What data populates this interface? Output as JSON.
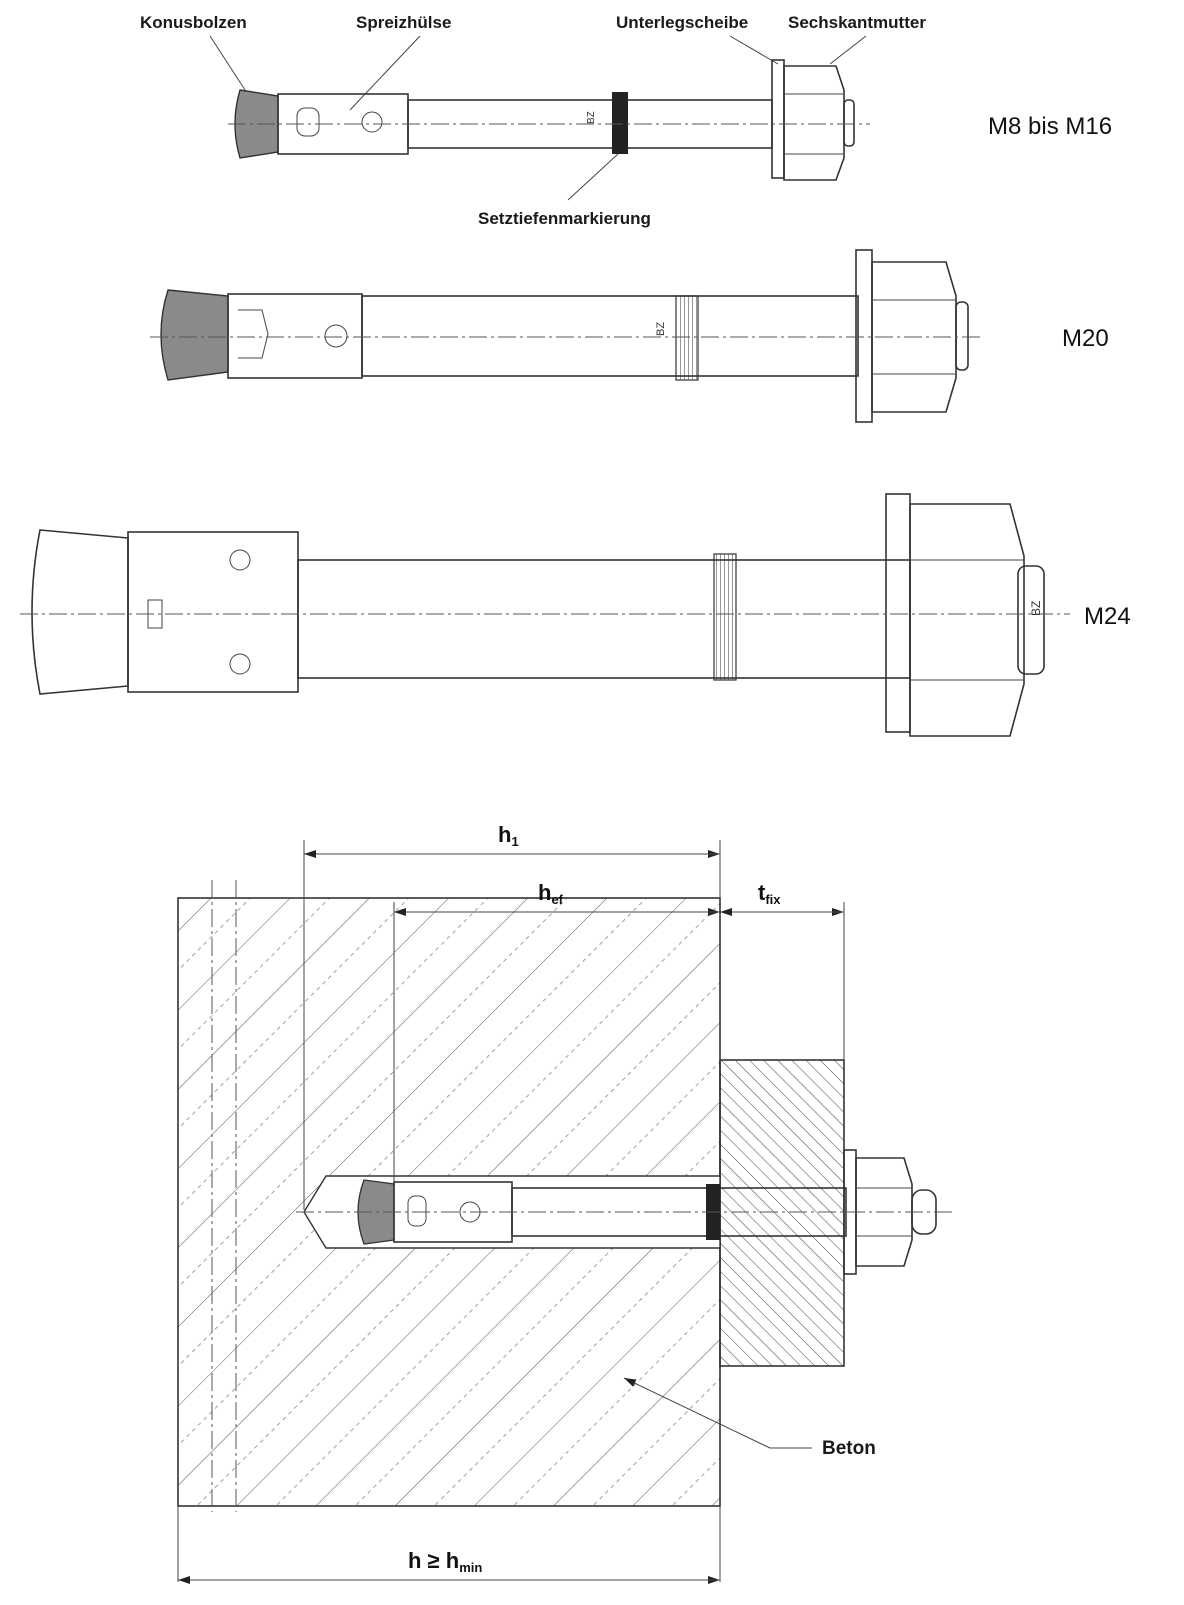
{
  "top_labels": {
    "cone": "Konusbolzen",
    "sleeve": "Spreizhülse",
    "washer": "Unterlegscheibe",
    "nut": "Sechskantmutter",
    "marking": "Setztiefenmarkierung"
  },
  "sizes": {
    "small": "M8 bis M16",
    "medium": "M20",
    "large": "M24"
  },
  "stamp": "BZ",
  "dimensions": {
    "h1": "h",
    "h1_sub": "1",
    "hef": "h",
    "hef_sub": "ef",
    "tfix": "t",
    "tfix_sub": "fix",
    "hmin": "h ≥ h",
    "hmin_sub": "min"
  },
  "material_label": "Beton",
  "colors": {
    "line": "#333333",
    "cone_fill": "#8a8a8a",
    "marking_fill": "#222222"
  }
}
